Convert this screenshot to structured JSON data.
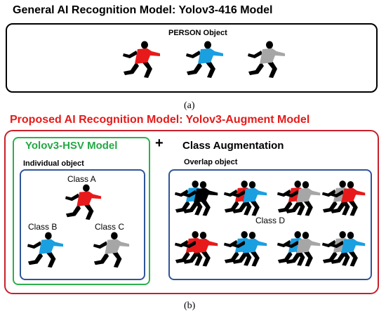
{
  "panel_a": {
    "title": "General AI Recognition Model: Yolov3-416 Model",
    "object_label": "PERSON Object",
    "caption": "(a)",
    "figures": [
      {
        "color": "#e8191a",
        "icon": "red-runner-icon"
      },
      {
        "color": "#1a9fe0",
        "icon": "blue-runner-icon"
      },
      {
        "color": "#a6a6a6",
        "icon": "gray-runner-icon"
      }
    ]
  },
  "panel_b": {
    "title": "Proposed AI Recognition Model: Yolov3-Augment Model",
    "hsv_title": "Yolov3-HSV Model",
    "plus": "+",
    "aug_title": "Class Augmentation",
    "individual_label": "Individual object",
    "overlap_label": "Overlap object",
    "class_a": "Class A",
    "class_b": "Class B",
    "class_c": "Class C",
    "class_d": "Class D",
    "caption": "(b)"
  },
  "colors": {
    "red": "#e8191a",
    "blue": "#1a9fe0",
    "gray": "#a6a6a6",
    "black": "#000000",
    "panel_b_border": "#c8202a",
    "hsv_border": "#2bb04a",
    "inner_border": "#2f5597"
  },
  "overlap_groups": [
    {
      "icon": "blue-black-overlap-icon",
      "colors": [
        "#1a9fe0",
        "#000000"
      ]
    },
    {
      "icon": "red-blue-overlap-icon",
      "colors": [
        "#e8191a",
        "#1a9fe0"
      ]
    },
    {
      "icon": "red-gray-overlap-icon",
      "colors": [
        "#e8191a",
        "#a6a6a6"
      ]
    },
    {
      "icon": "gray-red-overlap-icon",
      "colors": [
        "#a6a6a6",
        "#e8191a"
      ]
    },
    {
      "icon": "red-red-overlap-icon",
      "colors": [
        "#e8191a",
        "#e8191a"
      ]
    },
    {
      "icon": "blue-blue-overlap-icon",
      "colors": [
        "#1a9fe0",
        "#1a9fe0"
      ]
    },
    {
      "icon": "blue-gray-overlap-icon",
      "colors": [
        "#1a9fe0",
        "#a6a6a6"
      ]
    },
    {
      "icon": "gray-blue-overlap-icon",
      "colors": [
        "#a6a6a6",
        "#1a9fe0"
      ]
    }
  ]
}
